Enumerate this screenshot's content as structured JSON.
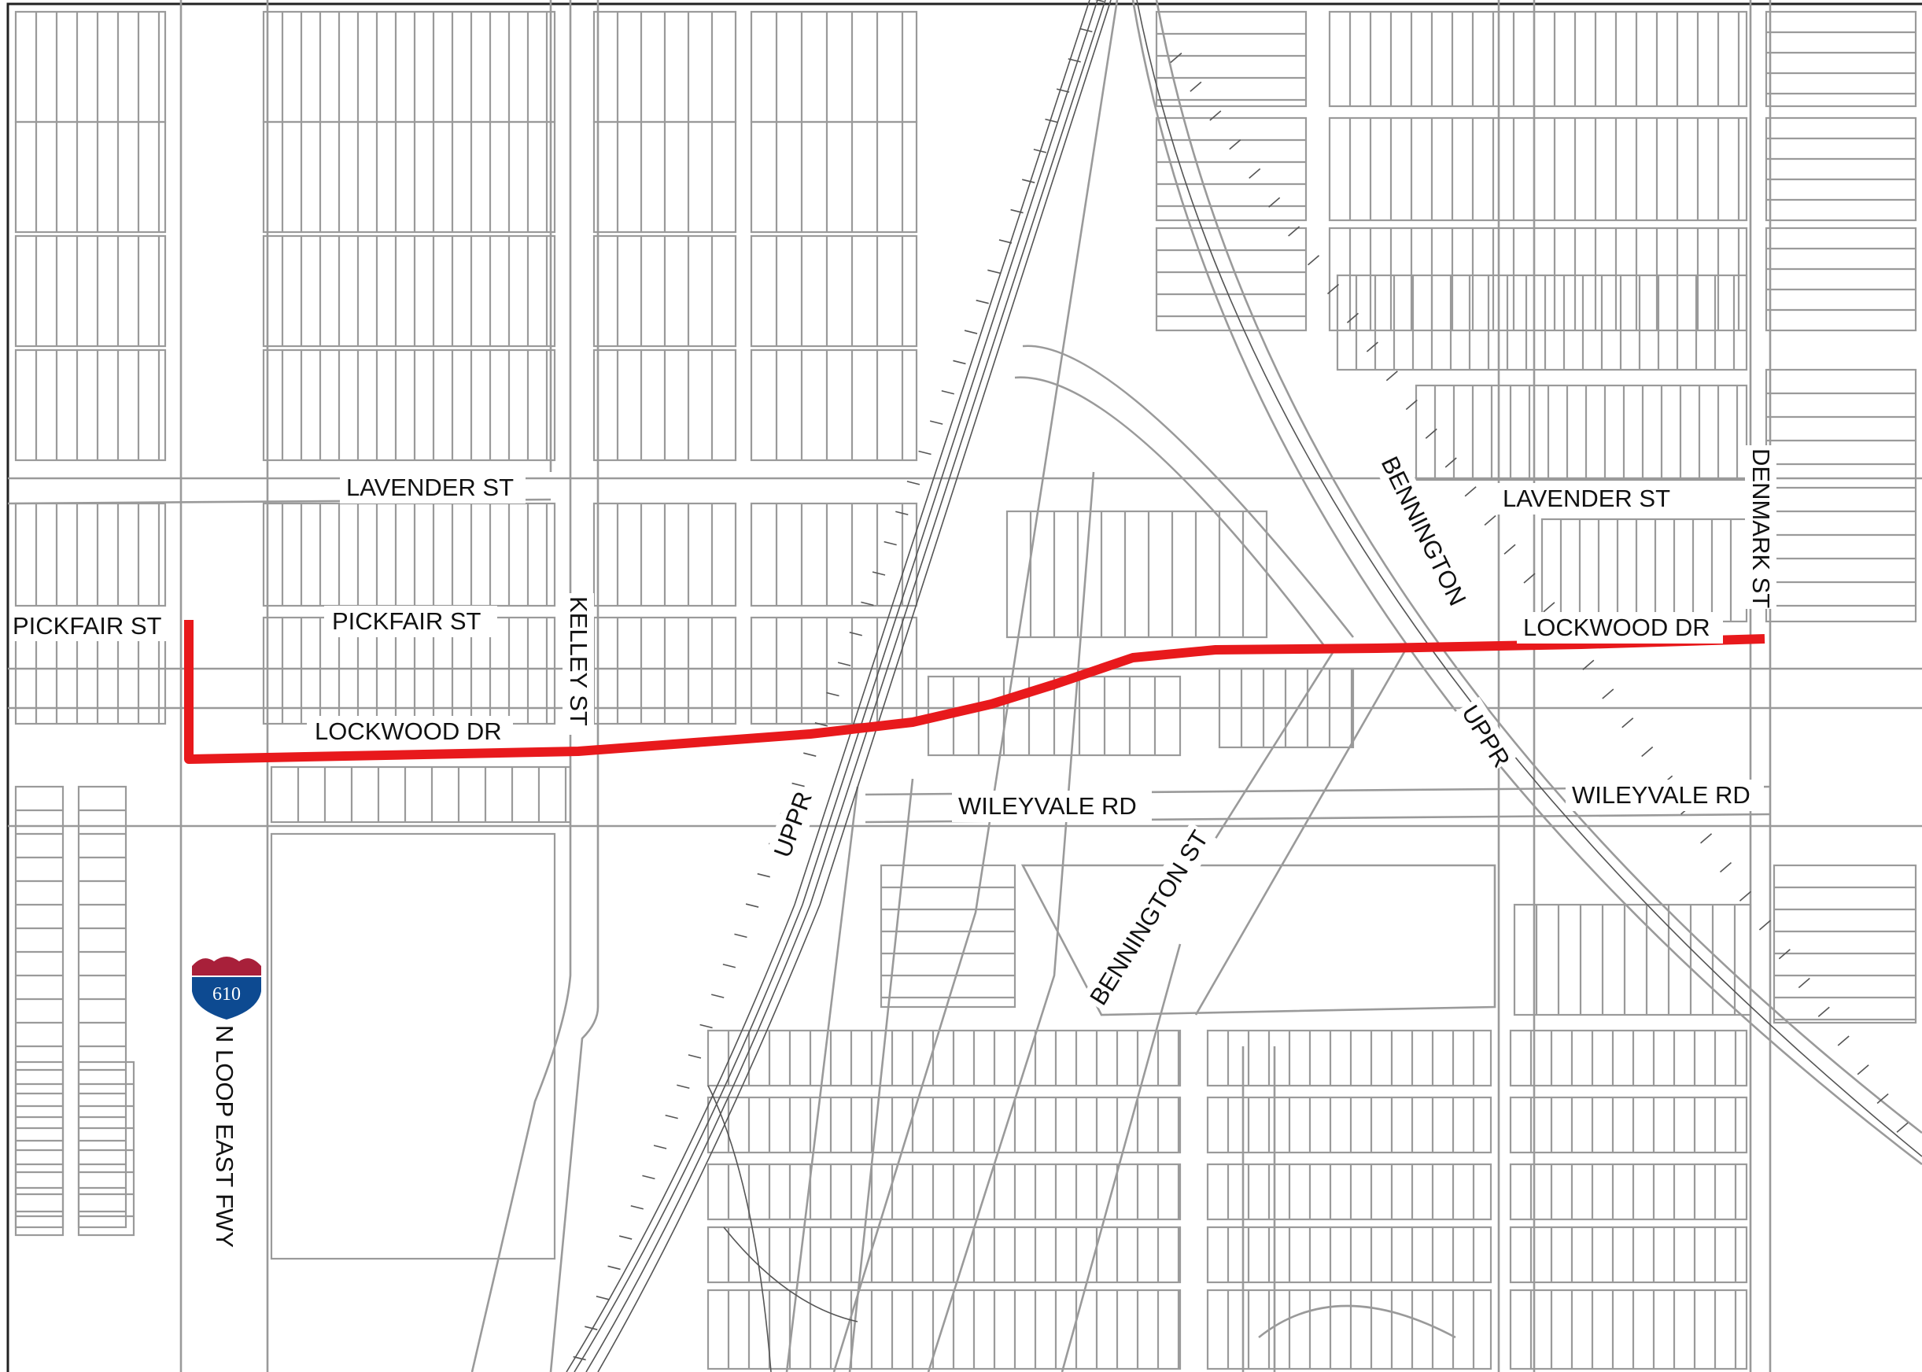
{
  "map": {
    "colors": {
      "background": "#ffffff",
      "parcel_line": "#9a9a9a",
      "rail_line": "#555555",
      "route": "#e8191c",
      "shield_red": "#a8203a",
      "shield_blue": "#0d4a91",
      "label_text": "#111111"
    },
    "labels": {
      "lavender_st_west": "LAVENDER ST",
      "pickfair_st_far_west": "PICKFAIR ST",
      "pickfair_st": "PICKFAIR ST",
      "kelley_st": "KELLEY ST",
      "lockwood_dr_west": "LOCKWOOD DR",
      "wileyvale_rd_west": "WILEYVALE RD",
      "uppr_west": "UPPR",
      "bennington_north": "BENNINGTON",
      "bennington_st": "BENNINGTON ST",
      "lavender_st_east": "LAVENDER ST",
      "lockwood_dr_east": "LOCKWOOD DR",
      "denmark_st": "DENMARK ST",
      "uppr_east": "UPPR",
      "wileyvale_rd_east": "WILEYVALE RD",
      "n_loop_east_fwy": "N LOOP EAST FWY"
    },
    "shield": {
      "icon": "interstate-shield-icon",
      "number": "610"
    },
    "route_icon": "highlighted-project-route"
  }
}
